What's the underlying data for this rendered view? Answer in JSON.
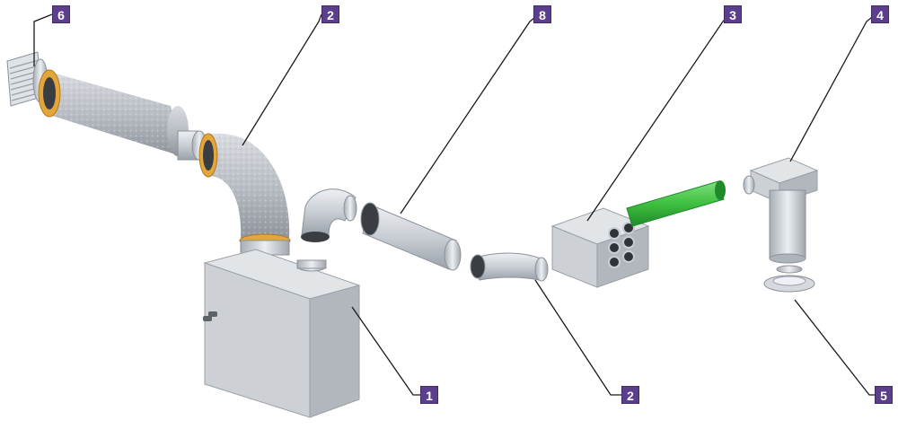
{
  "colors": {
    "badge": "#5b3f8c",
    "insulation": "#b9bdc4",
    "ring": "#e3a63a",
    "metal": "#c9ced4",
    "flexhose": "#3fbf3f"
  },
  "labels": {
    "grille": "6",
    "insulated_duct": "2",
    "silencer": "8",
    "plenum": "3",
    "terminal_box": "4",
    "unit": "1",
    "bend": "2",
    "diffuser": "5"
  }
}
